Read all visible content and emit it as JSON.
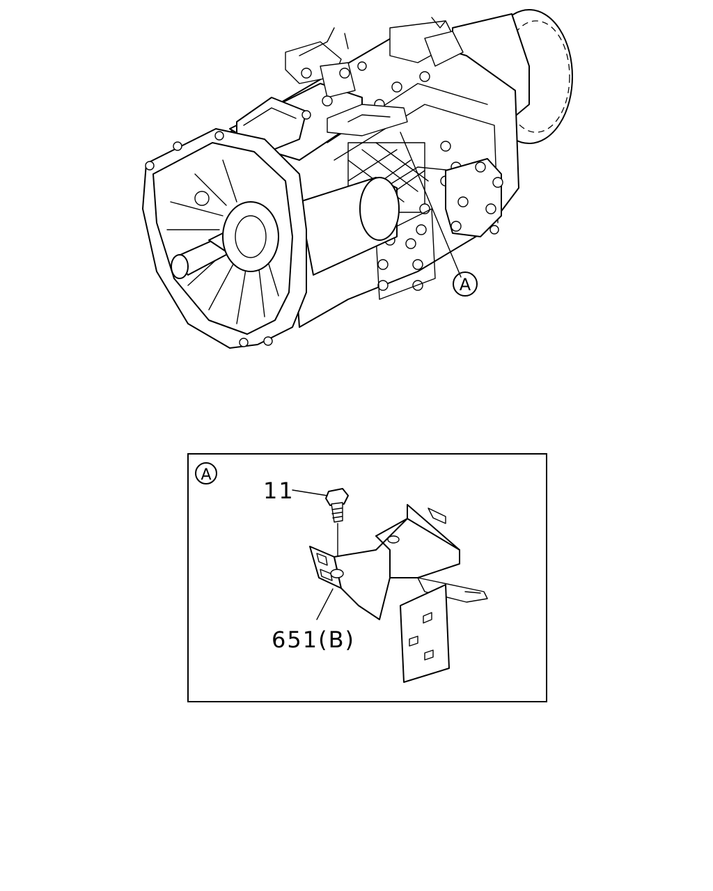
{
  "callout_top": {
    "label": "A"
  },
  "detail": {
    "label": "A",
    "parts": [
      {
        "number": "11"
      },
      {
        "number": "651(B)"
      }
    ]
  },
  "colors": {
    "line": "#000000",
    "background": "#ffffff"
  }
}
